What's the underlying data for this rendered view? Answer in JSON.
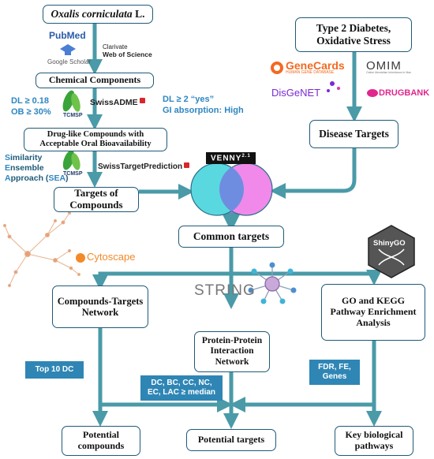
{
  "boxes": {
    "oxalis_genus": "Oxalis corniculata",
    "oxalis_author": "L.",
    "chemical_components_a": "Chemical ",
    "chemical_components_b": "Components",
    "druglike_line1": "Drug-like Compounds with",
    "druglike_line2": "Acceptable Oral Bioavailability",
    "targets_line1": "Targets of",
    "targets_line2": "Compounds",
    "t2d_line1": "Type 2 Diabetes,",
    "t2d_line2": "Oxidative Stress",
    "disease_targets": "Disease Targets",
    "common_targets": "Common targets",
    "ct_network_line1": "Compounds-Targets",
    "ct_network_line2": "Network",
    "ppi_line1": "Protein-Protein",
    "ppi_line2": "Interaction",
    "ppi_line3": "Network",
    "go_line1": "GO and KEGG",
    "go_line2": "Pathway Enrichment",
    "go_line3": "Analysis",
    "potential_compounds_line1": "Potential",
    "potential_compounds_line2": "compounds",
    "potential_targets": "Potential targets",
    "key_pathways_line1": "Key biological",
    "key_pathways_line2": "pathways"
  },
  "notes": {
    "dl": "DL ≥ 0.18",
    "ob": "OB ≥ 30%",
    "dl_yes": "DL ≥ 2 “yes”",
    "gi": "GI absorption: High",
    "sea_s": "S",
    "sea_s_rest": "imilarity",
    "sea_e": "E",
    "sea_e_rest": "nsemble",
    "sea_a": "A",
    "sea_a_rest": "pproach (",
    "sea_abbr": "SEA",
    "sea_close": ")"
  },
  "tags": {
    "top10": "Top 10 DC",
    "median_line1": "DC, BC, CC, NC,",
    "median_line2": "EC, LAC  ≥ median",
    "fdr_line1": "FDR, FE,",
    "fdr_line2": "Genes"
  },
  "tools": {
    "swissadme": "SwissADME",
    "swisstarget": "SwissTargetPrediction",
    "tcmsp": "TCMSP",
    "tcmsp2": "TCMSP",
    "pubmed": "PubMed",
    "scholar": "Google Scholar",
    "clarivate": "Clarivate",
    "wos": "Web of Science",
    "genecards": "GeneCards",
    "genecards_sub": "HUMAN GENE DATABASE",
    "omim": "OMIM",
    "omim_sub": "Online Mendelian Inheritance in Man",
    "disgenet": "DisGeNET",
    "drugbank": "DRUGBANK",
    "venny": "VENNY",
    "venny_ver": "2.1",
    "string": "STRING",
    "cytoscape": "Cytoscape",
    "shinygo": "ShinyGO"
  },
  "colors": {
    "arrow": "#4a9aa8",
    "box_border": "#1e5a78",
    "note_blue": "#2e86c1",
    "tag_bg": "#2f86b5",
    "venn_left": "#5ad8e0",
    "venn_right": "#ee7ce8",
    "venn_overlap": "#6f8de0"
  }
}
